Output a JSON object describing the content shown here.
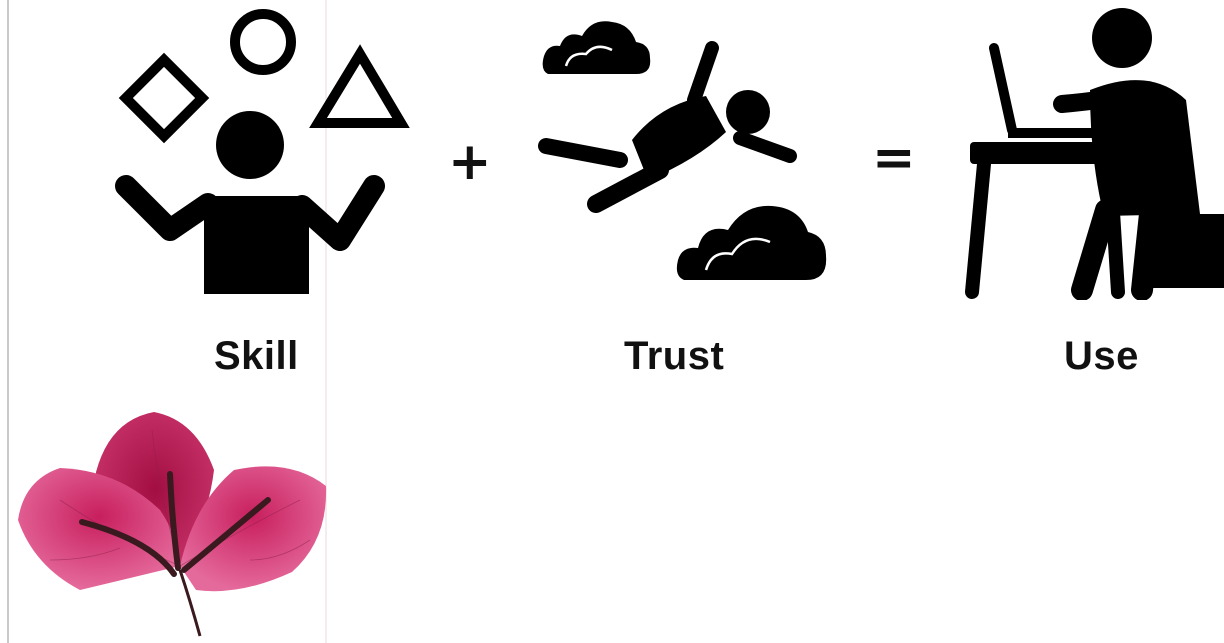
{
  "equation": {
    "plus_sign": "+",
    "equals_sign": "=",
    "terms": [
      {
        "label": "Skill",
        "icon": "juggler-icon"
      },
      {
        "label": "Trust",
        "icon": "skydiver-icon"
      },
      {
        "label": "Use",
        "icon": "laptop-user-icon"
      }
    ]
  },
  "decoration": {
    "icon": "bougainvillea-flower-icon",
    "colors": {
      "petal_light": "#e0528e",
      "petal_dark": "#b3124e",
      "stem": "#3a1a1e"
    }
  },
  "colors": {
    "icon_fill": "#000000",
    "label_text": "#111111",
    "background": "#ffffff"
  }
}
